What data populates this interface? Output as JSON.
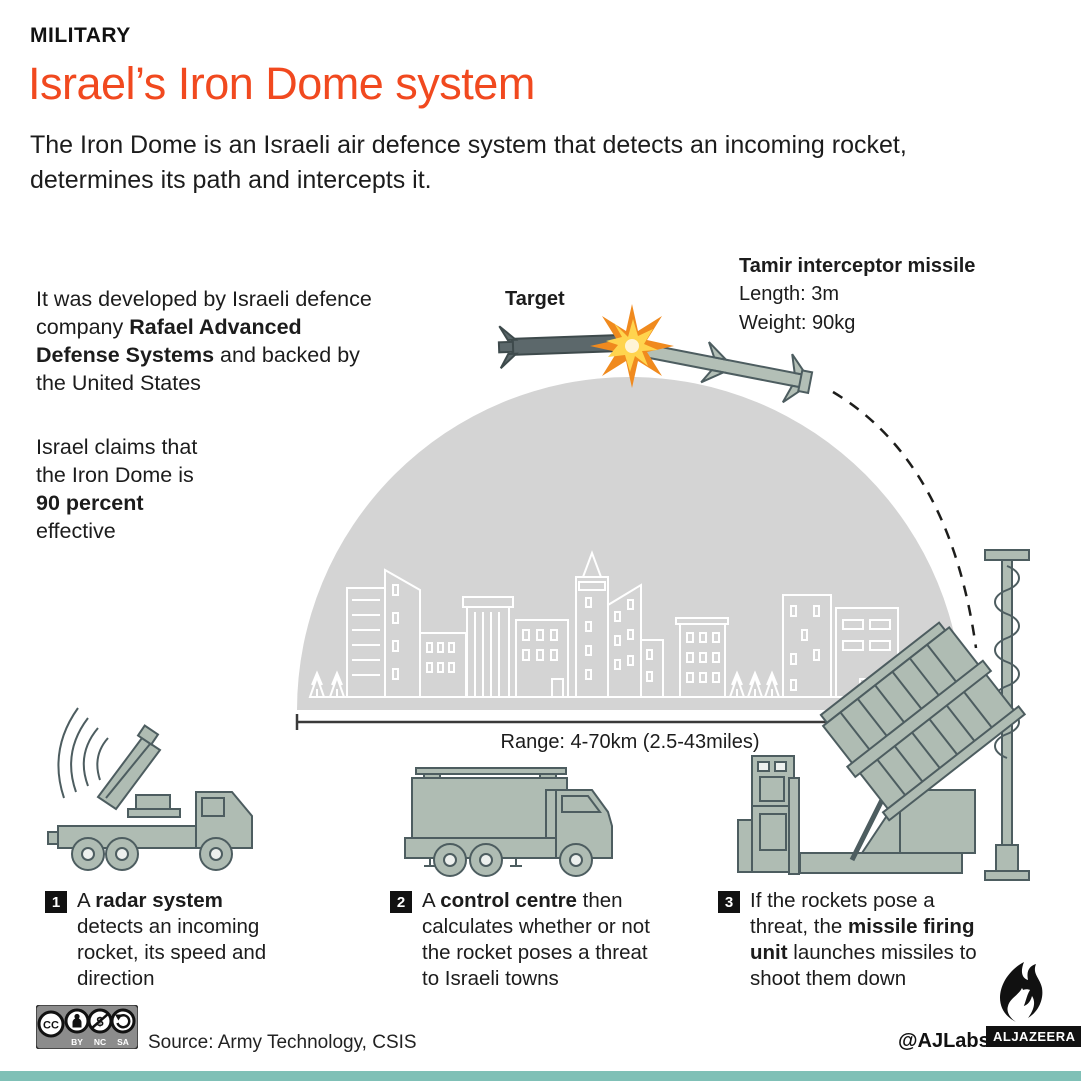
{
  "header": {
    "category": "MILITARY",
    "title": "Israel’s Iron Dome system",
    "subtitle": "The Iron Dome is an Israeli air defence system that detects an incoming rocket,\ndetermines its path and intercepts it."
  },
  "colors": {
    "accent_orange": "#F1491F",
    "dome_gray": "#D4D4D4",
    "vehicle_fill": "#AFBCB3",
    "vehicle_stroke": "#4D5D60",
    "enemy_rocket": "#5C686B",
    "explosion_outer": "#F08A1E",
    "explosion_inner": "#FFD44E",
    "footer_bar_teal": "#7FC0B6",
    "text_dark": "#1c1c1c"
  },
  "left_notes": {
    "developer": {
      "pre": "It was developed by Israeli defence\ncompany ",
      "bold": "Rafael Advanced\nDefense Systems",
      "post": " and backed by\nthe United States"
    },
    "effectiveness": {
      "pre": "Israel claims that\nthe Iron Dome is\n",
      "bold": "90 percent",
      "post": "\neffective"
    }
  },
  "diagram": {
    "target_label": "Target",
    "missile_info": {
      "name": "Tamir interceptor missile",
      "length": "Length: 3m",
      "weight": "Weight: 90kg"
    },
    "range_label": "Range: 4-70km (2.5-43miles)"
  },
  "steps": [
    {
      "number": "1",
      "pre": "A ",
      "bold": "radar system",
      "post": "\ndetects an incoming\nrocket, its speed and\ndirection"
    },
    {
      "number": "2",
      "pre": "A ",
      "bold": "control centre",
      "post": " then\ncalculates whether or not\nthe rocket poses a threat\nto Israeli towns"
    },
    {
      "number": "3",
      "pre": "If the rockets pose a\nthreat, the ",
      "bold": "missile firing\nunit",
      "post": " launches missiles to\nshoot them down"
    }
  ],
  "footer": {
    "source": "Source: Army Technology, CSIS",
    "credit": "@AJLabs",
    "brand": "ALJAZEERA",
    "license": {
      "cc": "CC",
      "by": "BY",
      "nc": "NC",
      "sa": "SA"
    }
  }
}
